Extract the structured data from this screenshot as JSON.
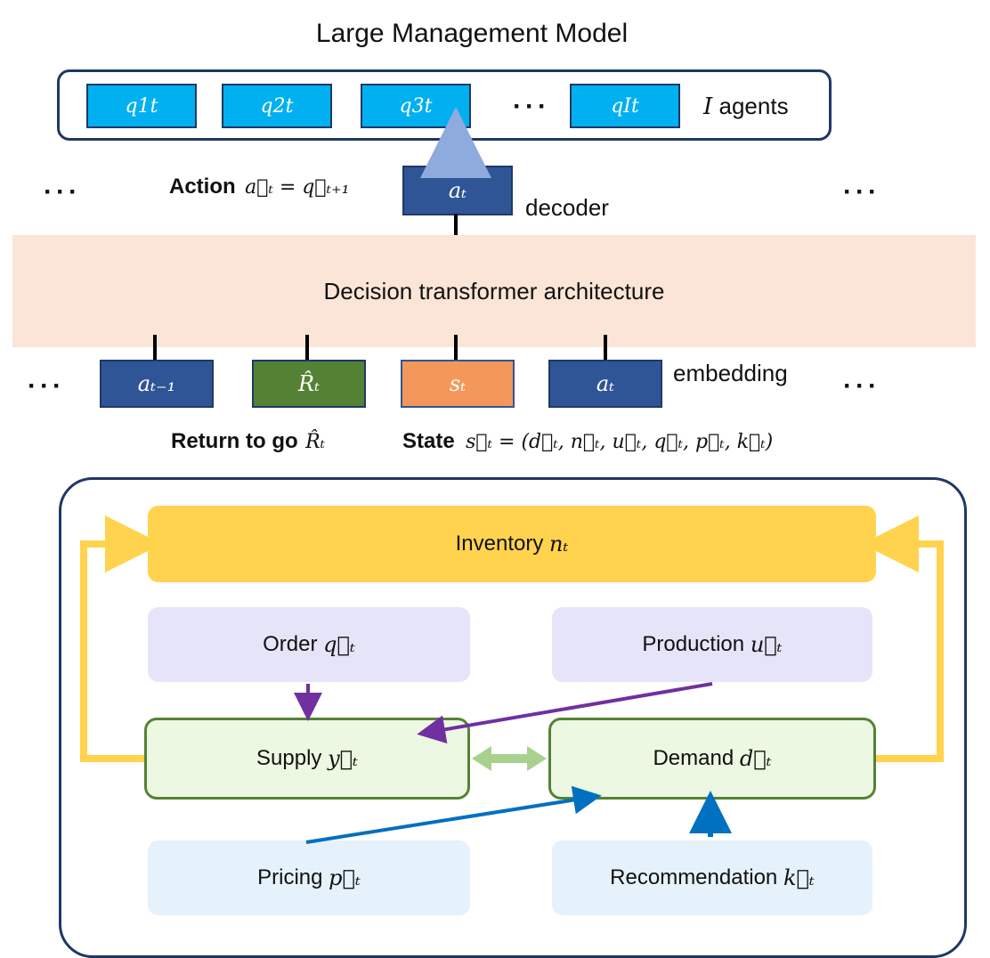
{
  "title": "Large Management Model",
  "agents": {
    "items": [
      "q1t",
      "q2t",
      "q3t",
      "qIt"
    ],
    "ellipsis": "···",
    "suffix_var": "I",
    "suffix_text": "agents"
  },
  "decoder": {
    "action_label": "Action",
    "action_eq": "a⃗ₜ = q⃗ₜ₊₁",
    "token": "aₜ",
    "label": "decoder"
  },
  "transformer": {
    "label": "Decision transformer architecture"
  },
  "embedding": {
    "tokens": [
      "aₜ₋₁",
      "R̂ₜ",
      "sₜ",
      "aₜ"
    ],
    "label": "embedding"
  },
  "return_label": "Return to go",
  "return_var": "R̂ₜ",
  "state_label": "State",
  "state_eq": "s⃗ₜ = (d⃗ₜ, n⃗ₜ, u⃗ₜ, q⃗ₜ, p⃗ₜ, k⃗ₜ)",
  "system": {
    "inventory": {
      "text": "Inventory",
      "var": "nₜ"
    },
    "order": {
      "text": "Order",
      "var": "q⃗ₜ"
    },
    "production": {
      "text": "Production",
      "var": "u⃗ₜ"
    },
    "supply": {
      "text": "Supply",
      "var": "y⃗ₜ"
    },
    "demand": {
      "text": "Demand",
      "var": "d⃗ₜ"
    },
    "pricing": {
      "text": "Pricing",
      "var": "p⃗ₜ"
    },
    "recommendation": {
      "text": "Recommendation",
      "var": "k⃗ₜ"
    }
  },
  "colors": {
    "navy": "#2f5597",
    "agent": "#00b0f0",
    "green": "#548235",
    "orange": "#f4975a",
    "peach": "#fbe5d6",
    "gold": "#ffd34d",
    "purple": "#7030a0",
    "blue": "#0070c0",
    "lightgreen": "#a9d18e"
  }
}
